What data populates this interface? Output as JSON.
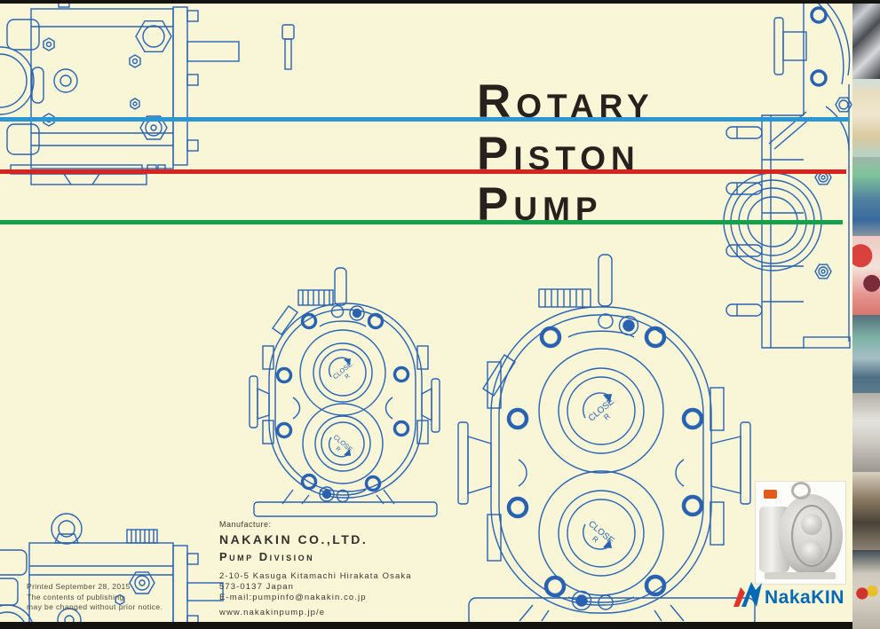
{
  "page": {
    "background_color": "#f9f5d7",
    "blueprint_color": "#2a62b2",
    "title_color": "#27201d",
    "accent_lines": {
      "blue": "#2a97d4",
      "red": "#d8231f",
      "green": "#14a14c"
    }
  },
  "title": {
    "words": [
      {
        "cap": "R",
        "rest": "OTARY"
      },
      {
        "cap": "P",
        "rest": "ISTON"
      },
      {
        "cap": "P",
        "rest": "UMP"
      }
    ]
  },
  "drawings": {
    "rotor_label": "CLOSE",
    "rotor_sub": "R",
    "views": [
      {
        "name": "pump-side-view-top-left"
      },
      {
        "name": "pump-side-view-bottom-left"
      },
      {
        "name": "pump-front-view-small"
      },
      {
        "name": "pump-front-view-large"
      },
      {
        "name": "pump-section-view-top-right"
      }
    ]
  },
  "manufacturer": {
    "heading": "Manufacture:",
    "company": "NAKAKIN CO.,LTD.",
    "division": "Pump Division",
    "address1": "2-10-5 Kasuga Kitamachi Hirakata Osaka",
    "address2": "573-0137 Japan",
    "email": "E-mail:pumpinfo@nakakin.co.jp",
    "website": "www.nakakinpump.jp/e"
  },
  "fine_print": {
    "line1": "Printed September 28, 2015",
    "line2": "The contents of publishing",
    "line3": "may be changed without prior notice."
  },
  "logo": {
    "text": "NakaKIN",
    "text_color": "#0069b4",
    "mark_red": "#e03428",
    "mark_blue": "#0069b4"
  },
  "product_photo": {
    "name": "rotary-piston-pump-product-photo"
  },
  "photo_strip": {
    "photos": [
      {
        "name": "steel-rotor-shafts-photo"
      },
      {
        "name": "cosmetic-bottles-photo"
      },
      {
        "name": "factory-worker-green-helmet-photo"
      },
      {
        "name": "strawberry-dessert-photo"
      },
      {
        "name": "pump-assembly-worker-photo"
      },
      {
        "name": "pump-equipment-photo"
      },
      {
        "name": "business-meeting-photo"
      },
      {
        "name": "trade-show-booth-photo"
      }
    ]
  }
}
